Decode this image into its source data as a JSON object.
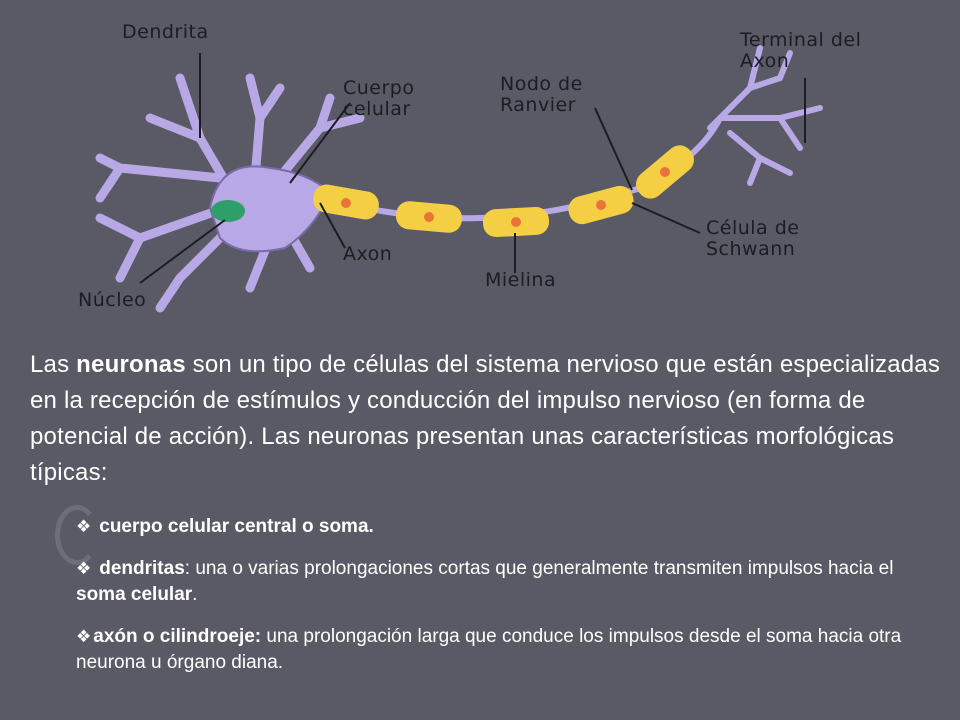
{
  "diagram": {
    "labels": {
      "dendrita": "Dendrita",
      "cuerpo": "Cuerpo\ncelular",
      "nodo": "Nodo de\nRanvier",
      "terminal": "Terminal del\nAxon",
      "celula": "Célula de\nSchwann",
      "axon": "Axon",
      "mielina": "Mielina",
      "nucleo": "Núcleo"
    },
    "colors": {
      "neuron": "#b9a8e6",
      "neuron_outline": "#7a6aa8",
      "nucleus": "#2e9e6a",
      "myelin": "#f4cf44",
      "myelin_dot": "#e8743a",
      "label_line": "#1c1c22"
    }
  },
  "text": {
    "p1": "Las ",
    "p1_bold": "neuronas",
    "p1_rest": " son un tipo de células del sistema nervioso que están especializadas en la recepción de estímulos y conducción del impulso nervioso (en forma de potencial de acción). Las neuronas presentan unas características morfológicas típicas:"
  },
  "list": {
    "bullet_icon": "diamond-bullet-icon",
    "items": [
      {
        "bold": "cuerpo celular central o soma.",
        "rest": "",
        "bold2": "",
        "end": ""
      },
      {
        "bold": "dendritas",
        "rest": ": una o varias prolongaciones cortas que generalmente transmiten impulsos hacia el ",
        "bold2": "soma celular",
        "end": "."
      },
      {
        "bold": "axón o cilindroeje:",
        "rest": " una prolongación larga que conduce los impulsos desde el soma hacia otra neurona u órgano diana.",
        "bold2": "",
        "end": ""
      }
    ]
  }
}
